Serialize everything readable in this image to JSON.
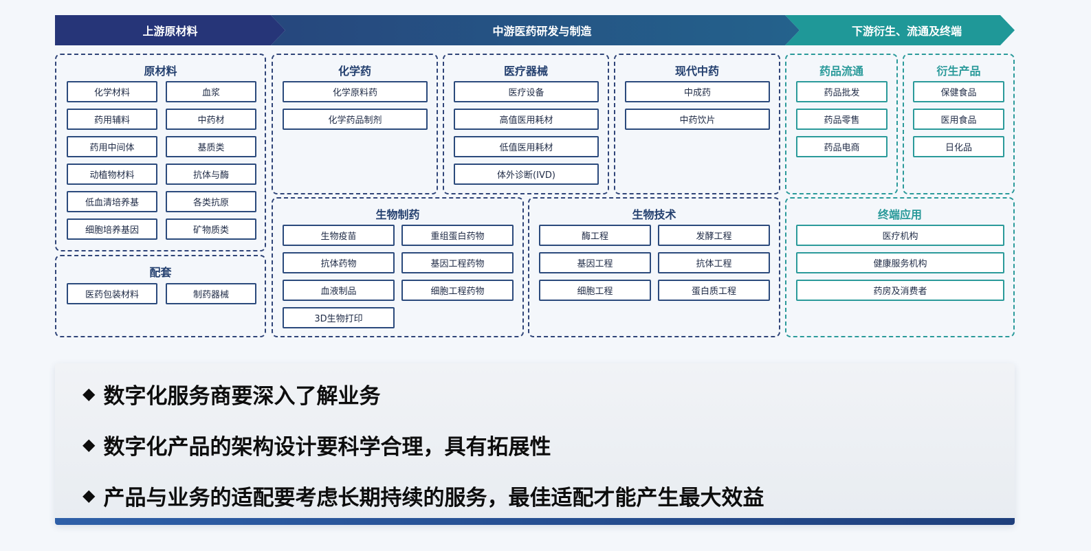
{
  "header": {
    "upstream": "上游原材料",
    "midstream": "中游医药研发与制造",
    "downstream": "下游衍生、流通及终端"
  },
  "upstream": {
    "raw": {
      "title": "原材料",
      "items": [
        "化学材料",
        "血浆",
        "药用辅料",
        "中药材",
        "药用中间体",
        "基质类",
        "动植物材料",
        "抗体与酶",
        "低血清培养基",
        "各类抗原",
        "细胞培养基因",
        "矿物质类"
      ]
    },
    "support": {
      "title": "配套",
      "items": [
        "医药包装材料",
        "制药器械"
      ]
    }
  },
  "midstream": {
    "chem": {
      "title": "化学药",
      "items": [
        "化学原料药",
        "化学药品制剂"
      ]
    },
    "device": {
      "title": "医疗器械",
      "items": [
        "医疗设备",
        "高值医用耗材",
        "低值医用耗材",
        "体外诊断(IVD)"
      ]
    },
    "tcm": {
      "title": "现代中药",
      "items": [
        "中成药",
        "中药饮片"
      ]
    },
    "biopharma": {
      "title": "生物制药",
      "items": [
        "生物疫苗",
        "重组蛋白药物",
        "抗体药物",
        "基因工程药物",
        "血液制品",
        "细胞工程药物",
        "3D生物打印"
      ]
    },
    "biotech": {
      "title": "生物技术",
      "items": [
        "酶工程",
        "发酵工程",
        "基因工程",
        "抗体工程",
        "细胞工程",
        "蛋白质工程"
      ]
    }
  },
  "downstream": {
    "circulation": {
      "title": "药品流通",
      "items": [
        "药品批发",
        "药品零售",
        "药品电商"
      ]
    },
    "derivative": {
      "title": "衍生产品",
      "items": [
        "保健食品",
        "医用食品",
        "日化品"
      ]
    },
    "terminal": {
      "title": "终端应用",
      "items": [
        "医疗机构",
        "健康服务机构",
        "药房及消费者"
      ]
    }
  },
  "bullets": {
    "marker": "◆",
    "items": [
      "数字化服务商要深入了解业务",
      "数字化产品的架构设计要科学合理，具有拓展性",
      "产品与业务的适配要考虑长期持续的服务，最佳适配才能产生最大效益"
    ]
  }
}
